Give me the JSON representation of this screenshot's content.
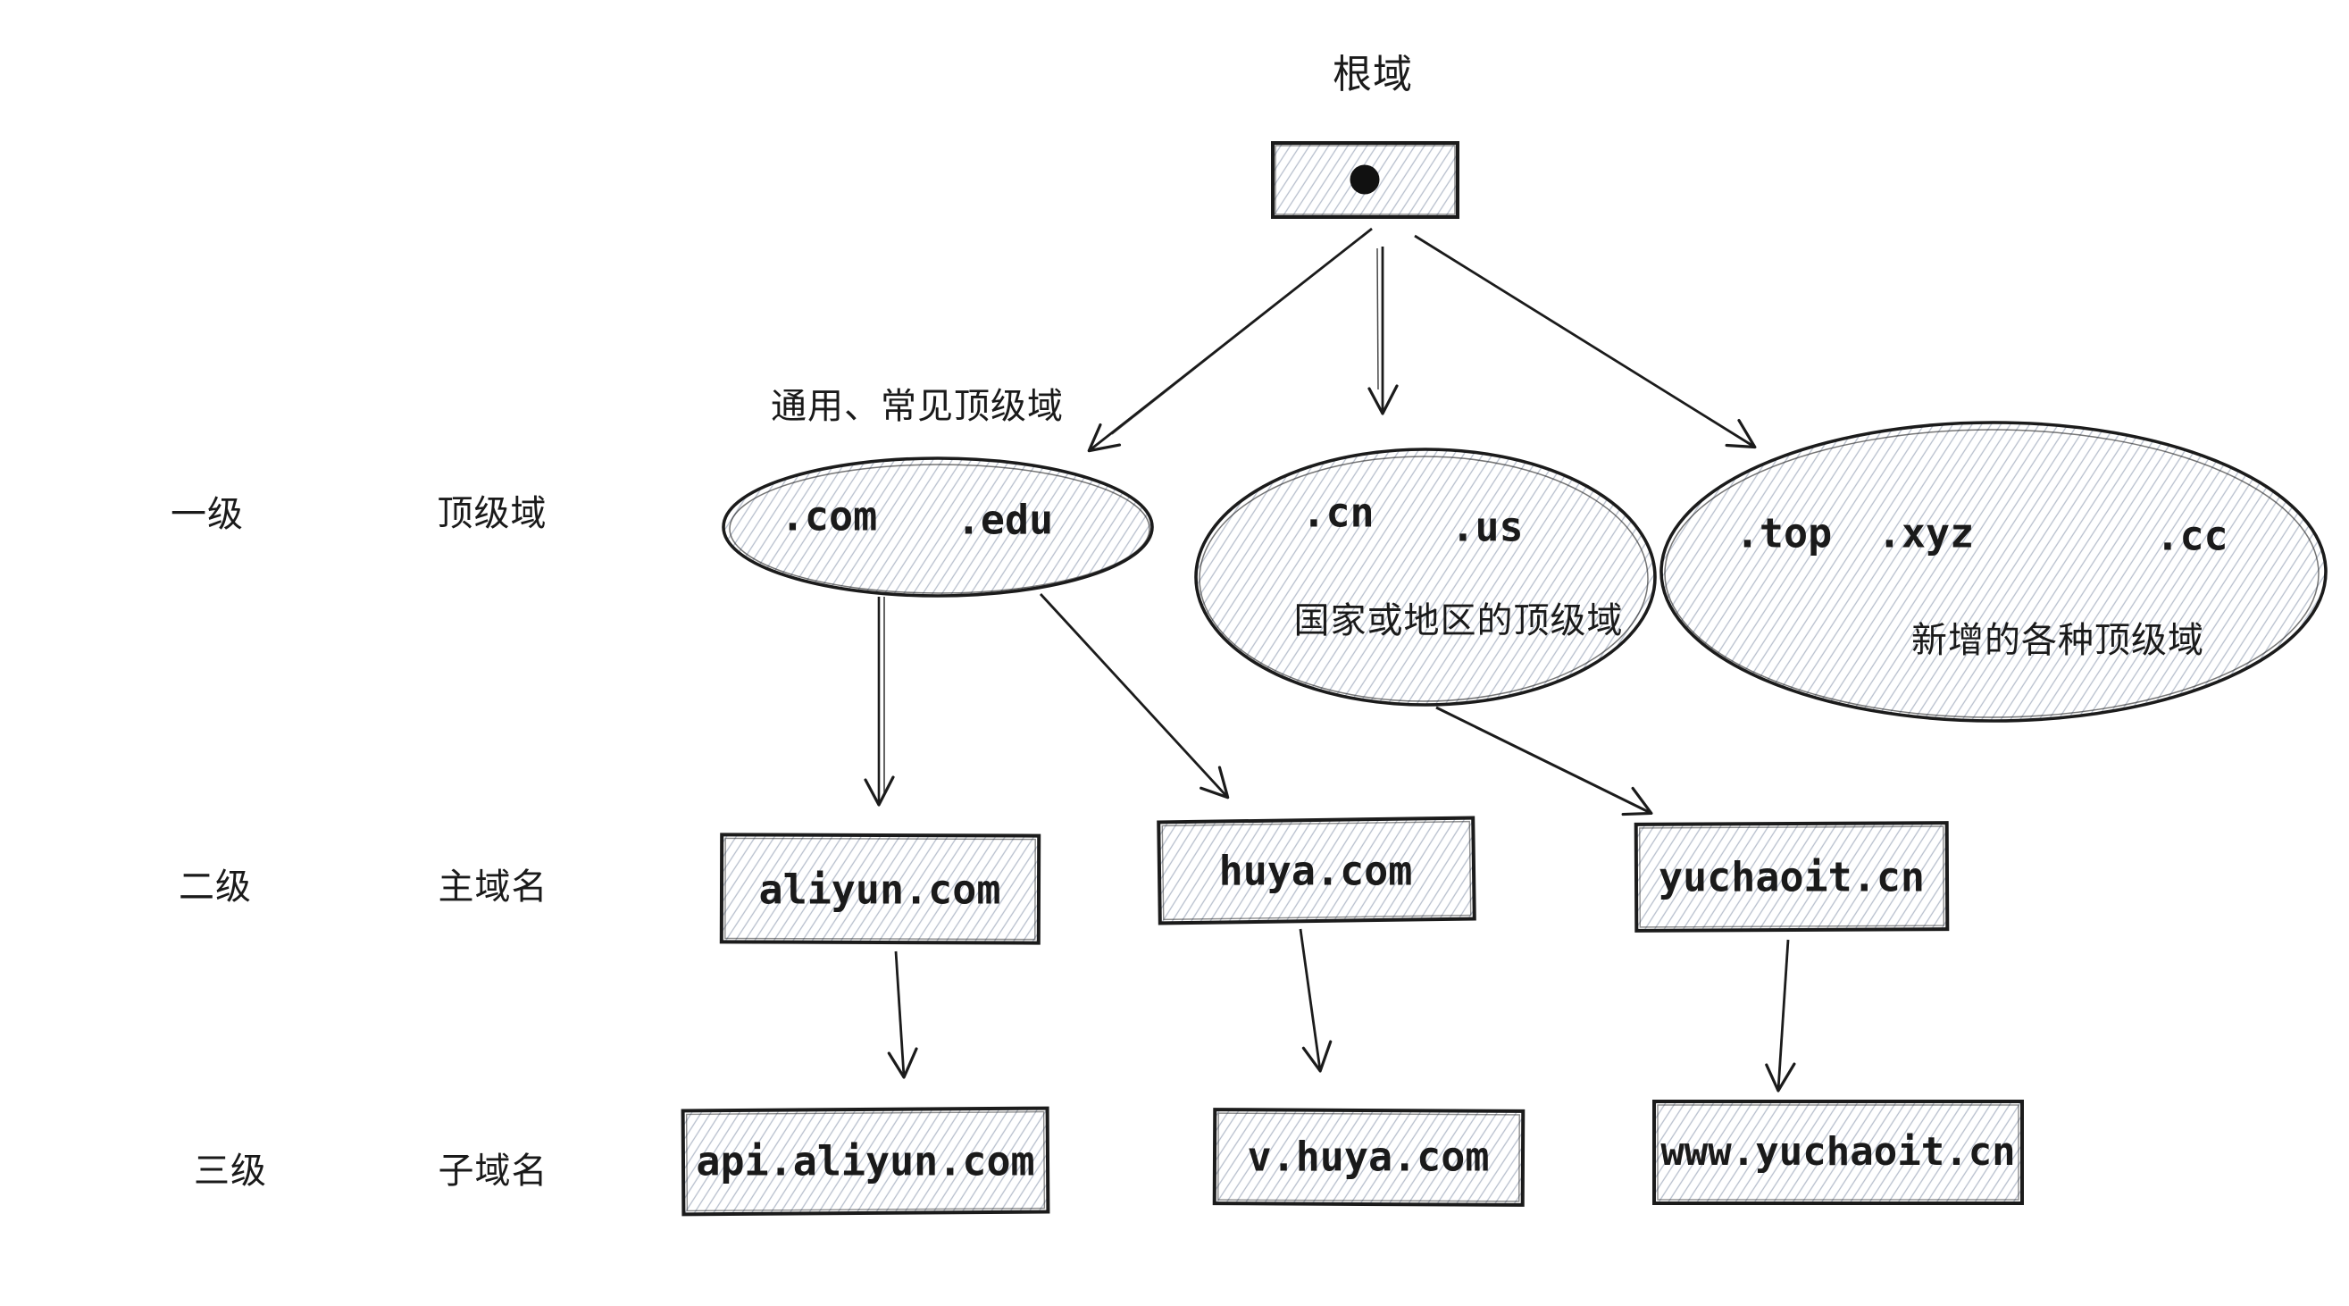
{
  "root": {
    "label": "根域"
  },
  "icons": {
    "root_dot": "filled-circle"
  },
  "tld_note": "通用、常见顶级域",
  "rows": [
    {
      "level": "一级",
      "category": "顶级域"
    },
    {
      "level": "二级",
      "category": "主域名"
    },
    {
      "level": "三级",
      "category": "子域名"
    }
  ],
  "tld_groups": [
    {
      "id": "tld-generic",
      "items": [
        ".com",
        ".edu"
      ]
    },
    {
      "id": "tld-country",
      "items": [
        ".cn",
        ".us"
      ],
      "caption": "国家或地区的顶级域"
    },
    {
      "id": "tld-new",
      "items": [
        ".top",
        ".xyz",
        ".cc"
      ],
      "caption": "新增的各种顶级域"
    }
  ],
  "main_domains": [
    "aliyun.com",
    "huya.com",
    "yuchaoit.cn"
  ],
  "sub_domains": [
    "api.aliyun.com",
    "v.huya.com",
    "www.yuchaoit.cn"
  ],
  "edges": [
    [
      "root",
      "tld-generic"
    ],
    [
      "root",
      "tld-country"
    ],
    [
      "root",
      "tld-new"
    ],
    [
      "tld-generic",
      "aliyun.com"
    ],
    [
      "tld-generic",
      "huya.com"
    ],
    [
      "tld-country",
      "yuchaoit.cn"
    ],
    [
      "aliyun.com",
      "api.aliyun.com"
    ],
    [
      "huya.com",
      "v.huya.com"
    ],
    [
      "yuchaoit.cn",
      "www.yuchaoit.cn"
    ]
  ],
  "colors": {
    "ink": "#1b1b1b",
    "hatch": "#b7bfcd",
    "background": "#ffffff"
  }
}
